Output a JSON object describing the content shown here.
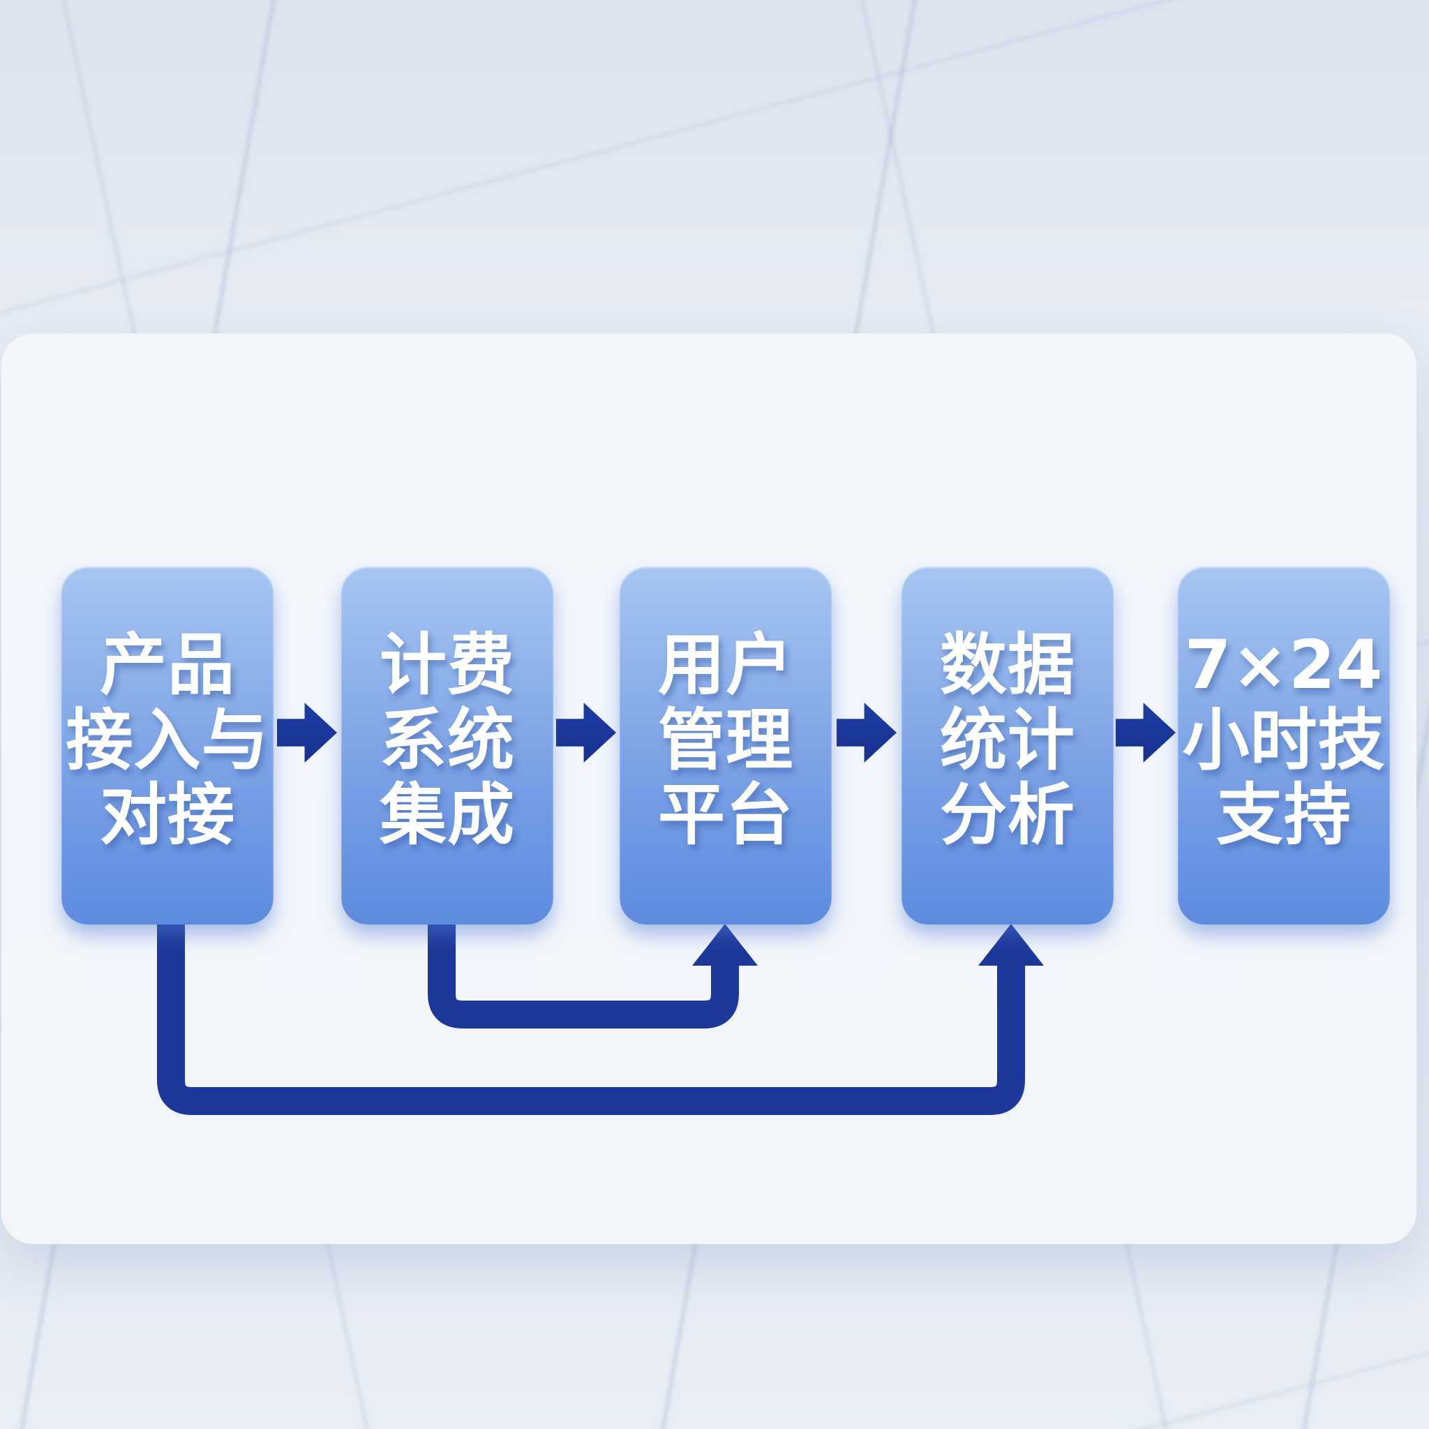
{
  "diagram": {
    "description": "Five-step horizontal service process flow with two feedback loop connectors routed underneath",
    "steps": [
      {
        "label": "产品接入与对接",
        "lines": [
          "产品",
          "接入与",
          "对接"
        ]
      },
      {
        "label": "计费系统集成",
        "lines": [
          "计费",
          "系统",
          "集成"
        ]
      },
      {
        "label": "用户管理平台",
        "lines": [
          "用户",
          "管理",
          "平台"
        ]
      },
      {
        "label": "数据统计分析",
        "lines": [
          "数据",
          "统计",
          "分析"
        ]
      },
      {
        "label": "7×24小时技支持",
        "lines": [
          "7×24",
          "小时技",
          "支持"
        ]
      }
    ],
    "forward_arrows": [
      {
        "from": "产品接入与对接",
        "to": "计费系统集成"
      },
      {
        "from": "计费系统集成",
        "to": "用户管理平台"
      },
      {
        "from": "用户管理平台",
        "to": "数据统计分析"
      },
      {
        "from": "数据统计分析",
        "to": "7×24小时技支持"
      }
    ],
    "feedback_connectors": [
      {
        "from": "计费系统集成",
        "to": "用户管理平台",
        "route": "below boxes, U-shape, arrow up into bottom of 用户管理平台"
      },
      {
        "from": "产品接入与对接",
        "to": "数据统计分析",
        "route": "below boxes, wide U-shape, arrow up into bottom of 数据统计分析"
      }
    ]
  },
  "colors": {
    "background": "#e2e8f2",
    "panel": "#f3f7fc",
    "box_gradient_top": "#a6c6f1",
    "box_gradient_bottom": "#5e8bdf",
    "arrow_forward": "#1e3ea4",
    "connector": "#1c389a",
    "text": "#ffffff"
  }
}
